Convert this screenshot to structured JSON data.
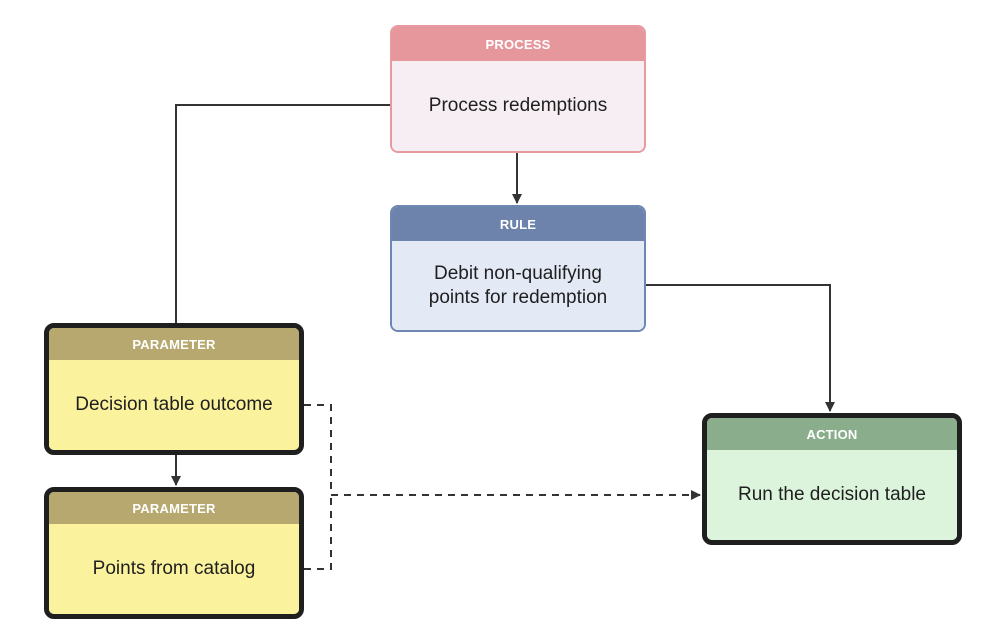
{
  "diagram": {
    "nodes": {
      "process": {
        "type_label": "PROCESS",
        "text": "Process redemptions"
      },
      "rule": {
        "type_label": "RULE",
        "text": "Debit non-qualifying points for redemption"
      },
      "parameter_1": {
        "type_label": "PARAMETER",
        "text": "Decision table outcome"
      },
      "parameter_2": {
        "type_label": "PARAMETER",
        "text": "Points from catalog"
      },
      "action": {
        "type_label": "ACTION",
        "text": "Run the decision table"
      }
    },
    "edges": [
      {
        "from": "process",
        "to": "rule",
        "style": "solid",
        "arrow": true
      },
      {
        "from": "process",
        "to": "parameter_1",
        "style": "solid",
        "arrow": false
      },
      {
        "from": "rule",
        "to": "action",
        "style": "solid",
        "arrow": true
      },
      {
        "from": "parameter_1",
        "to": "parameter_2",
        "style": "solid",
        "arrow": true
      },
      {
        "from": "parameter_1",
        "to": "action",
        "style": "dashed",
        "arrow": true
      },
      {
        "from": "parameter_2",
        "to": "action",
        "style": "dashed",
        "arrow": true
      }
    ],
    "colors": {
      "process_header": "#e6979c",
      "process_body": "#f6eef2",
      "rule_header": "#6d83ac",
      "rule_body": "#e3eaf6",
      "parameter_header": "#b7a86f",
      "parameter_body": "#fbf29e",
      "action_header": "#8aad8c",
      "action_body": "#dcf3dc",
      "connector": "#333333"
    }
  }
}
